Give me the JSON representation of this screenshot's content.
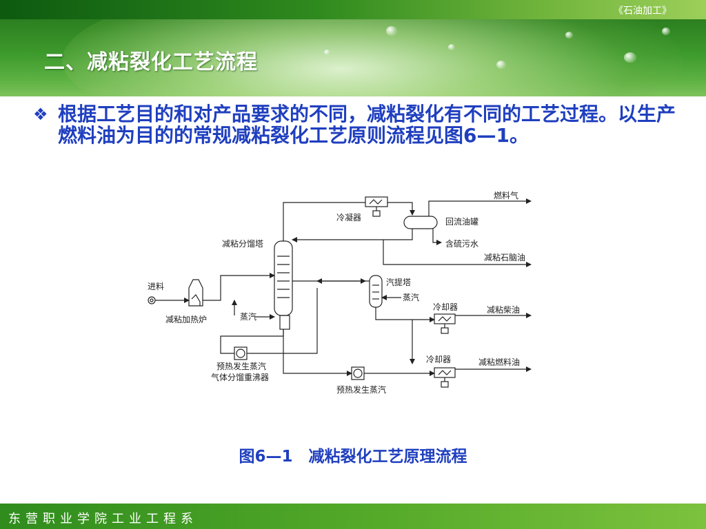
{
  "header": {
    "course_title": "《石油加工》",
    "page_title": "二、减粘裂化工艺流程"
  },
  "body": {
    "bullet_icon": "❖",
    "bullet_text": "根据工艺目的和对产品要求的不同，减粘裂化有不同的工艺过程。以生产燃料油为目的的常规减粘裂化工艺原则流程见图6—1。"
  },
  "figure": {
    "labels": {
      "fuel_gas": "燃料气",
      "condenser": "冷凝器",
      "reflux_drum": "回流油罐",
      "sour_water": "含硫污水",
      "fractionator": "减粘分馏塔",
      "naphtha": "减粘石脑油",
      "feed": "进料",
      "stripper": "汽提塔",
      "steam_stripper": "蒸汽",
      "cooler_1": "冷却器",
      "diesel": "减粘柴油",
      "heater": "减粘加热炉",
      "steam_main": "蒸汽",
      "cooler_2": "冷却器",
      "fuel_oil": "减粘燃料油",
      "reboiler_line1": "预热发生蒸汽",
      "reboiler_line2": "气体分馏重沸器",
      "preheat": "预热发生蒸汽"
    },
    "caption": "图6—1　减粘裂化工艺原理流程"
  },
  "footer": {
    "organization": "东营职业学院工业工程系"
  },
  "colors": {
    "accent_blue": "#1f3fbf",
    "banner_green": "#3d9a2c",
    "footer_green": "#52a828"
  }
}
